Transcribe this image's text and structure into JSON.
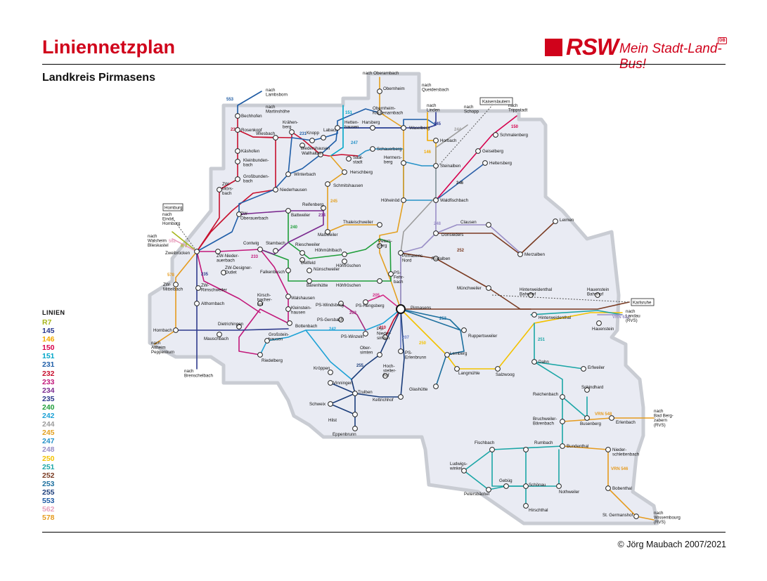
{
  "header": {
    "title": "Liniennetzplan",
    "subtitle": "Landkreis Pirmasens",
    "logo_text": "RSW",
    "logo_slogan": "Mein Stadt-Land-Bus!",
    "logo_badge": "DB"
  },
  "legend": {
    "title": "LINIEN",
    "items": [
      {
        "label": "R7",
        "color": "#a6b51c"
      },
      {
        "label": "145",
        "color": "#2b3990"
      },
      {
        "label": "146",
        "color": "#f2a900"
      },
      {
        "label": "150",
        "color": "#d6004c"
      },
      {
        "label": "151",
        "color": "#00a6c8"
      },
      {
        "label": "231",
        "color": "#1f5ea8"
      },
      {
        "label": "232",
        "color": "#c8102e"
      },
      {
        "label": "233",
        "color": "#c2187a"
      },
      {
        "label": "234",
        "color": "#7b2a8f"
      },
      {
        "label": "235",
        "color": "#2e3a8c"
      },
      {
        "label": "240",
        "color": "#1f9e3a"
      },
      {
        "label": "242",
        "color": "#1ea2d6"
      },
      {
        "label": "244",
        "color": "#9c9c9c"
      },
      {
        "label": "245",
        "color": "#e3a020"
      },
      {
        "label": "247",
        "color": "#2592c8"
      },
      {
        "label": "248",
        "color": "#9a8fc7"
      },
      {
        "label": "250",
        "color": "#f3c200"
      },
      {
        "label": "251",
        "color": "#1ba6a6"
      },
      {
        "label": "252",
        "color": "#7a3b22"
      },
      {
        "label": "253",
        "color": "#1c6f9e"
      },
      {
        "label": "255",
        "color": "#1b3d7a"
      },
      {
        "label": "553",
        "color": "#1d5aa3"
      },
      {
        "label": "562",
        "color": "#e8a0bd"
      },
      {
        "label": "578",
        "color": "#e69b1e"
      }
    ]
  },
  "map": {
    "colors": {
      "area": "#e9ebf3",
      "border": "#c9ccd3",
      "station_stroke": "#222222"
    },
    "stations": [
      {
        "name": "Obernheim",
        "c": "245"
      },
      {
        "name": "Obernheim-\nKirchenarnbach",
        "c": "245"
      },
      {
        "name": "Bechhofen",
        "c": "232"
      },
      {
        "name": "Rosenkopf",
        "c": "232"
      },
      {
        "name": "Wiesbach",
        "c": "232"
      },
      {
        "name": "Krähen-\nberg",
        "c": "232"
      },
      {
        "name": "Knopp",
        "c": "231"
      },
      {
        "name": "Labach",
        "c": "231"
      },
      {
        "name": "Hetten-\nhausen",
        "c": "231"
      },
      {
        "name": "Harsberg",
        "c": "145"
      },
      {
        "name": "Waselberg",
        "c": "145"
      },
      {
        "name": "Käshofen",
        "c": "232"
      },
      {
        "name": "Biedershausen",
        "c": "231"
      },
      {
        "name": "Wallhalben",
        "c": "231"
      },
      {
        "name": "Saal-\nstadt",
        "c": "245"
      },
      {
        "name": "Schauerberg",
        "c": "247"
      },
      {
        "name": "Horbach",
        "c": "146"
      },
      {
        "name": "Kleinbunden-\nbach",
        "c": "232"
      },
      {
        "name": "Herschberg",
        "c": "245"
      },
      {
        "name": "Hermers-\nberg",
        "c": "247"
      },
      {
        "name": "Steinalben",
        "c": "247"
      },
      {
        "name": "Großbunden-\nbach",
        "c": "232"
      },
      {
        "name": "Winterbach",
        "c": "231"
      },
      {
        "name": "Niederhausen",
        "c": "231"
      },
      {
        "name": "Schmitshausen",
        "c": "245"
      },
      {
        "name": "Geiselberg",
        "c": "150"
      },
      {
        "name": "Heltersberg",
        "c": "246"
      },
      {
        "name": "Schmalenberg",
        "c": "150"
      },
      {
        "name": "ZW-\nMörs-\nbach",
        "c": "232"
      },
      {
        "name": "ZW-\nOberauerbach",
        "c": "231"
      },
      {
        "name": "Reifenberg",
        "c": "234"
      },
      {
        "name": "Höheinöd",
        "c": "247"
      },
      {
        "name": "Waldfischbach",
        "c": "247"
      },
      {
        "name": "Battweiler",
        "c": "240"
      },
      {
        "name": "Maßweiler",
        "c": "245"
      },
      {
        "name": "Thaleischweiler",
        "c": "245"
      },
      {
        "name": "Leimen",
        "c": "252"
      },
      {
        "name": "Clausen",
        "c": "248"
      },
      {
        "name": "Donsieders",
        "c": "248"
      },
      {
        "name": "Zweibrücken",
        "c": "R7"
      },
      {
        "name": "Contwig",
        "c": "233"
      },
      {
        "name": "Stambach",
        "c": "240"
      },
      {
        "name": "Rieschweiler",
        "c": "240"
      },
      {
        "name": "Höhmühlbach",
        "c": "240"
      },
      {
        "name": "Peters-\nberg",
        "c": "245"
      },
      {
        "name": "Pirmasens\nNord",
        "c": "248"
      },
      {
        "name": "Rodalben",
        "c": "252"
      },
      {
        "name": "Merzalben",
        "c": "252"
      },
      {
        "name": "ZW-Nieder-\nauerbach",
        "c": "233"
      },
      {
        "name": "Dellfeld",
        "c": "240"
      },
      {
        "name": "Höhfröschen",
        "c": "240"
      },
      {
        "name": "ZW-Designer-\nOutlet",
        "c": "233"
      },
      {
        "name": "Falkenbusch",
        "c": "240"
      },
      {
        "name": "Nünschweiler",
        "c": "240"
      },
      {
        "name": "ZW-\nMittelbach",
        "c": "578"
      },
      {
        "name": "ZW-\nRimschweiler",
        "c": "235"
      },
      {
        "name": "Bärenhütte",
        "c": "240"
      },
      {
        "name": "Höhfröschen",
        "c": "240"
      },
      {
        "name": "PS-\nFehr-\nbach",
        "c": "245"
      },
      {
        "name": "Münchweiler",
        "c": "252"
      },
      {
        "name": "Hinterweidenthal\nBahnhof",
        "c": "252"
      },
      {
        "name": "Hauenstein\nBahnhof",
        "c": "252"
      },
      {
        "name": "Kirsch-\nbacher-\nhof",
        "c": "233"
      },
      {
        "name": "Walshausen",
        "c": "233"
      },
      {
        "name": "PS-Windsberg",
        "c": "203"
      },
      {
        "name": "PS-Hengsberg",
        "c": "205"
      },
      {
        "name": "Pirmasens",
        "c": "252"
      },
      {
        "name": "Althornbach",
        "c": "235"
      },
      {
        "name": "Kleinstein-\nhausen",
        "c": "233"
      },
      {
        "name": "PS-Gersbach",
        "c": "203"
      },
      {
        "name": "Hinterweidenthal",
        "c": "251"
      },
      {
        "name": "Hauenstein",
        "c": "251"
      },
      {
        "name": "Dietrichingen",
        "c": "235"
      },
      {
        "name": "Bottenbach",
        "c": "242"
      },
      {
        "name": "PS-Winzeln",
        "c": "242"
      },
      {
        "name": "PS-\nNieder-\nsimten",
        "c": "210"
      },
      {
        "name": "Ruppertsweiler",
        "c": "253"
      },
      {
        "name": "Hornbach",
        "c": "235"
      },
      {
        "name": "Mauschbach",
        "c": "235"
      },
      {
        "name": "Großstein-\nhausen",
        "c": "242"
      },
      {
        "name": "Ober-\nsimten",
        "c": "255"
      },
      {
        "name": "PS-\nErlenbrunn",
        "c": "207"
      },
      {
        "name": "Riedelberg",
        "c": "242"
      },
      {
        "name": "Lemberg",
        "c": "250"
      },
      {
        "name": "Dahn",
        "c": "251"
      },
      {
        "name": "Erfweiler",
        "c": "251"
      },
      {
        "name": "Kröppen",
        "c": "255"
      },
      {
        "name": "Hoch-\nsteller-\nhof",
        "c": "255"
      },
      {
        "name": "Langmühle",
        "c": "250"
      },
      {
        "name": "Salzwoog",
        "c": "250"
      },
      {
        "name": "Vinningen",
        "c": "255"
      },
      {
        "name": "Glashütte",
        "c": "253"
      },
      {
        "name": "Trulben",
        "c": "255"
      },
      {
        "name": "Kettrichhof",
        "c": "255"
      },
      {
        "name": "Schindhard",
        "c": "251"
      },
      {
        "name": "Reichenbach",
        "c": "251"
      },
      {
        "name": "Schweix",
        "c": "255"
      },
      {
        "name": "Hilst",
        "c": "255"
      },
      {
        "name": "Bruchweiler-\nBärenbach",
        "c": "251"
      },
      {
        "name": "Busenberg",
        "c": "251"
      },
      {
        "name": "Erlenbach",
        "c": "VRN 548"
      },
      {
        "name": "Eppenbrunn",
        "c": "255"
      },
      {
        "name": "Fischbach",
        "c": "251"
      },
      {
        "name": "Rumbach",
        "c": "251"
      },
      {
        "name": "Bundenthal",
        "c": "251"
      },
      {
        "name": "Nieder-\nschlettenbach",
        "c": "VRN 546"
      },
      {
        "name": "Ludwigs-\nwinkel",
        "c": "251"
      },
      {
        "name": "Gebüg",
        "c": "251"
      },
      {
        "name": "Schönau",
        "c": "251"
      },
      {
        "name": "Petersbächel",
        "c": "251"
      },
      {
        "name": "Nothweiler",
        "c": "251"
      },
      {
        "name": "Bobenthal",
        "c": "VRN 546"
      },
      {
        "name": "Hirschthal",
        "c": "251"
      },
      {
        "name": "St. Germanshof",
        "c": "VRN 546"
      }
    ],
    "external": [
      {
        "name": "nach Oberarnbach"
      },
      {
        "name": "nach\nQueidersbach"
      },
      {
        "name": "nach\nLambsborn"
      },
      {
        "name": "nach\nMartinshöhe"
      },
      {
        "name": "nach\nLinden"
      },
      {
        "name": "nach\nSchopp"
      },
      {
        "name": "nach\nTrippstadt"
      },
      {
        "name": "nach\nEinöd\nHomburg"
      },
      {
        "name": "nach\nWalsheim\nBlieskastel"
      },
      {
        "name": "nach\nAltheim\nPeppenkum"
      },
      {
        "name": "nach\nBrenschelbach"
      },
      {
        "name": "nach\nLandau\n(RVS)"
      },
      {
        "name": "nach\nBad Berg-\nzabern\n(RVS)"
      },
      {
        "name": "nach\nWissembourg\n(RVS)"
      }
    ],
    "destination_boxes": [
      "Kaiserslautern",
      "Homburg",
      "Karlsruhe"
    ],
    "route_labels": [
      "553",
      "232",
      "231",
      "145",
      "151",
      "247",
      "146",
      "244",
      "150",
      "246",
      "245",
      "240",
      "234",
      "233",
      "235",
      "248",
      "252",
      "562",
      "R 7",
      "578",
      "205",
      "203",
      "242",
      "210",
      "207",
      "250",
      "253",
      "251",
      "VRN 623",
      "VRN 548",
      "VRN 546",
      "255"
    ]
  },
  "footer": {
    "copyright": "© Jörg Maubach 2007/2021"
  }
}
